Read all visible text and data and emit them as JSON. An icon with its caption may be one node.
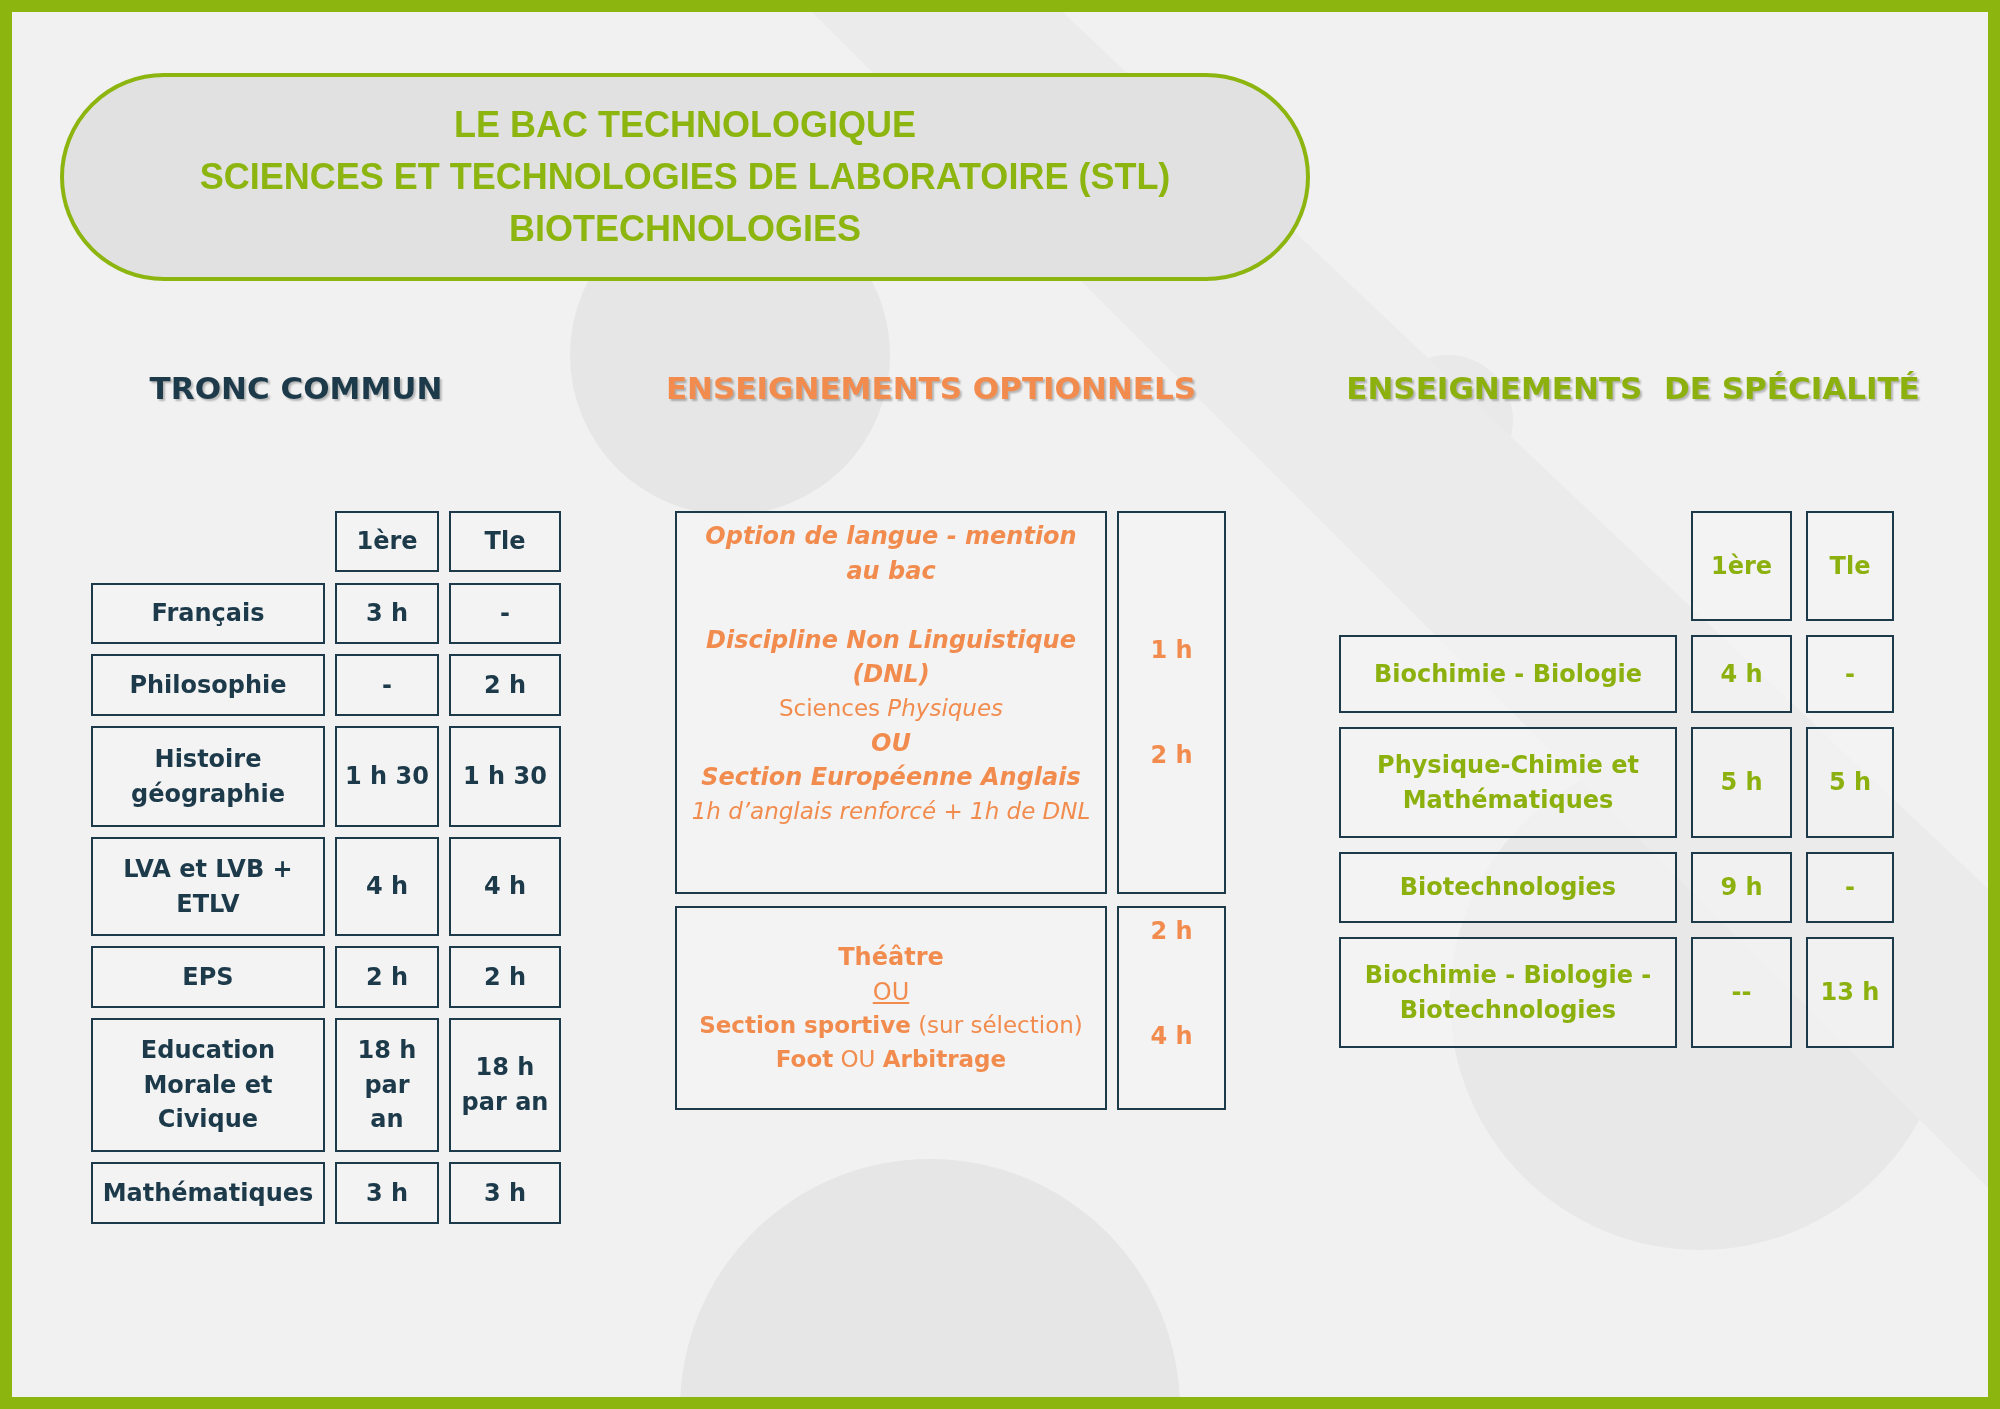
{
  "diagram": {
    "nodes": [
      {
        "text": [
          "LE BAC TECHNOLOGIQUE",
          "SCIENCES ET TECHNOLOGIES DE LABORATOIRE (STL)",
          "BIOTECHNOLOGIES"
        ]
      },
      {
        "text": [
          "1ère"
        ]
      },
      {
        "text": [
          "Tle"
        ]
      },
      {
        "text": [
          "Français"
        ]
      },
      {
        "text": [
          "3 h"
        ]
      },
      {
        "text": [
          "-"
        ]
      },
      {
        "text": [
          "Philosophie"
        ]
      },
      {
        "text": [
          "-"
        ]
      },
      {
        "text": [
          "2 h"
        ]
      },
      {
        "text": [
          "Histoire géographie"
        ]
      },
      {
        "text": [
          "1 h 30"
        ]
      },
      {
        "text": [
          "1 h 30"
        ]
      },
      {
        "text": [
          "LVA et LVB + ETLV"
        ]
      },
      {
        "text": [
          "4 h"
        ]
      },
      {
        "text": [
          "4 h"
        ]
      },
      {
        "text": [
          "EPS"
        ]
      },
      {
        "text": [
          "2 h"
        ]
      },
      {
        "text": [
          "2 h"
        ]
      },
      {
        "text": [
          "Education Morale et Civique"
        ]
      },
      {
        "text": [
          "18 h par an"
        ]
      },
      {
        "text": [
          "18 h par an"
        ]
      },
      {
        "text": [
          "Mathématiques"
        ]
      },
      {
        "text": [
          "3 h"
        ]
      },
      {
        "text": [
          "3 h"
        ]
      },
      {
        "text": [
          "Option de langue - mention au bac",
          "Discipline Non Linguistique (DNL)",
          "Sciences *Physiques*",
          "OU",
          "Section Européenne Anglais",
          "1h d’anglais renforcé + 1h de DNL"
        ]
      },
      {
        "text": [
          "1 h",
          "2 h"
        ]
      },
      {
        "text": [
          "Théâtre",
          "OU",
          "**Section sportive** (sur sélection)",
          "**Foot** OU **Arbitrage**"
        ]
      },
      {
        "text": [
          "2 h",
          "4 h"
        ]
      },
      {
        "text": [
          "1ère"
        ]
      },
      {
        "text": [
          "Tle"
        ]
      },
      {
        "text": [
          "Biochimie - Biologie"
        ]
      },
      {
        "text": [
          "4 h"
        ]
      },
      {
        "text": [
          "-"
        ]
      },
      {
        "text": [
          "Physique-Chimie et Mathématiques"
        ]
      },
      {
        "text": [
          "5 h"
        ]
      },
      {
        "text": [
          "5 h"
        ]
      },
      {
        "text": [
          "Biotechnologies"
        ]
      },
      {
        "text": [
          "9 h"
        ]
      },
      {
        "text": [
          "-"
        ]
      },
      {
        "text": [
          "Biochimie - Biologie - Biotechnologies"
        ]
      },
      {
        "text": [
          "--"
        ]
      },
      {
        "text": [
          "13 h"
        ]
      }
    ],
    "labels": [
      "TRONC COMMUN",
      "ENSEIGNEMENTS OPTIONNELS",
      "ENSEIGNEMENTS  DE SPÉCIALITÉ"
    ]
  }
}
